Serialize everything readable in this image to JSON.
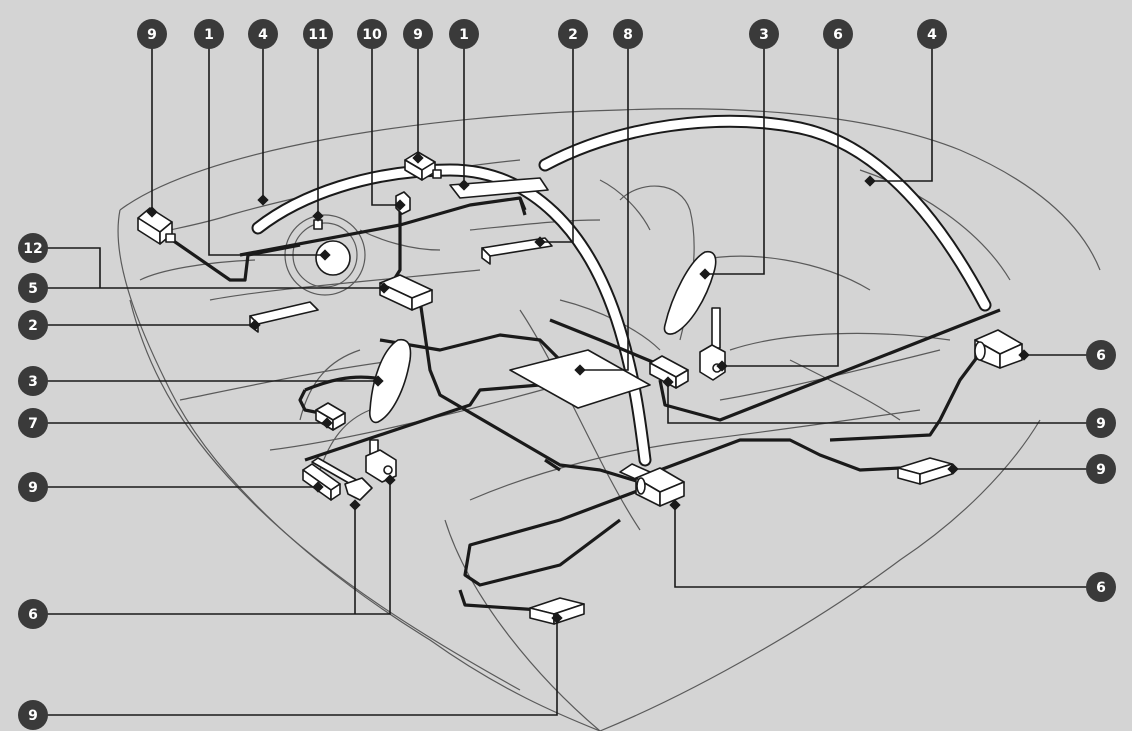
{
  "diagram": {
    "colors": {
      "background": "#d4d4d4",
      "line": "#1a1a1a",
      "badge": "#3a3a3a",
      "badge_text": "#ffffff",
      "part_fill": "#ffffff"
    },
    "callouts": {
      "top_9_left": "9",
      "top_1_left": "1",
      "top_4_left": "4",
      "top_11": "11",
      "top_10": "10",
      "top_9_mid": "9",
      "top_1_mid": "1",
      "top_2": "2",
      "top_8": "8",
      "top_3": "3",
      "top_6": "6",
      "top_4_right": "4",
      "left_12": "12",
      "left_5": "5",
      "left_2": "2",
      "left_3": "3",
      "left_7": "7",
      "left_9": "9",
      "left_6": "6",
      "bottom_9": "9",
      "right_6_upper": "6",
      "right_9_upper": "9",
      "right_9_lower": "9",
      "right_6_lower": "6"
    }
  }
}
